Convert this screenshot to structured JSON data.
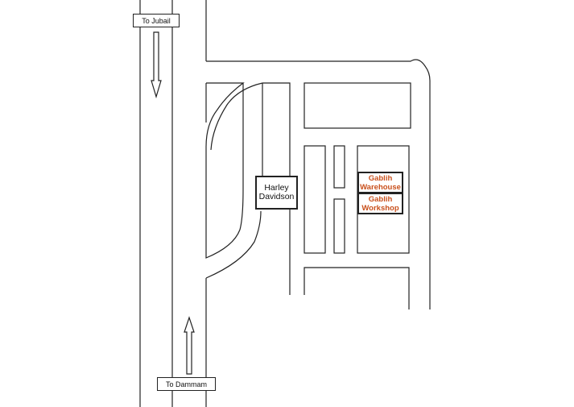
{
  "map": {
    "signs": {
      "north": "To Jubail",
      "south": "To Dammam"
    },
    "places": {
      "harley_line1": "Harley",
      "harley_line2": "Davidson",
      "warehouse_line1": "Gablih",
      "warehouse_line2": "Warehouse",
      "workshop_line1": "Gablih",
      "workshop_line2": "Workshop"
    },
    "colors": {
      "road_line": "#222222",
      "highlight_text": "#c9501c"
    }
  }
}
